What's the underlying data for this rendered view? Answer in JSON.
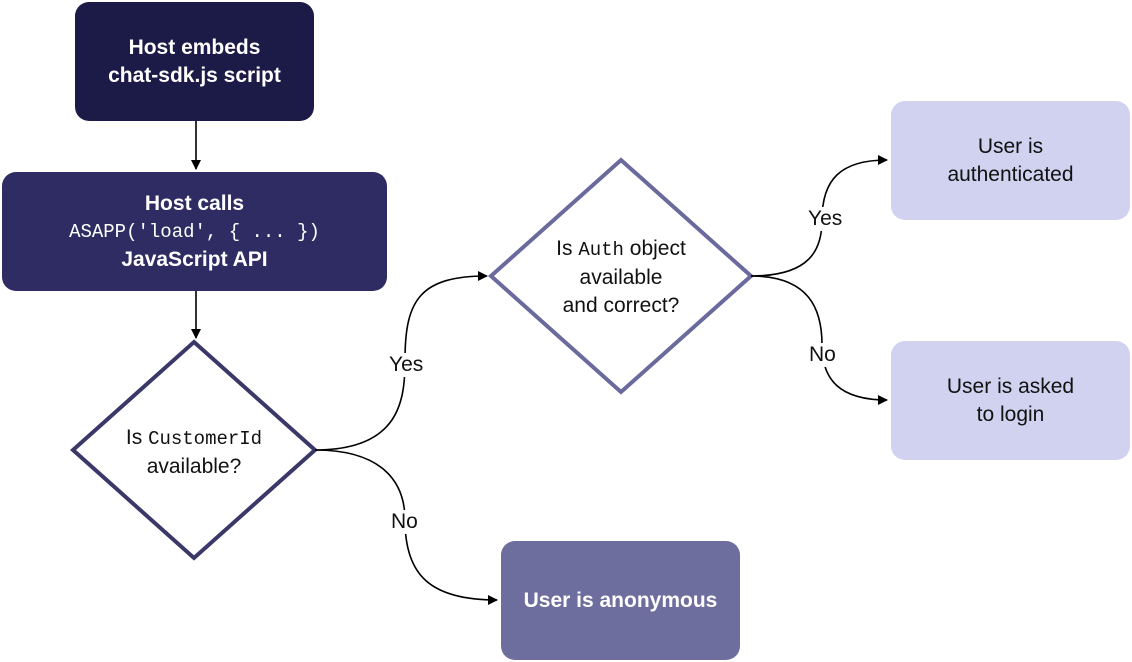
{
  "nodes": {
    "embed": {
      "line1": "Host embeds",
      "line2": "chat-sdk.js script"
    },
    "load": {
      "line1": "Host calls",
      "code": "ASAPP('load', { ... })",
      "line3": "JavaScript API"
    },
    "customer_check": {
      "prefix": "Is ",
      "code": "CustomerId",
      "line2": "available?"
    },
    "auth_check": {
      "prefix": "Is ",
      "code": "Auth",
      "suffix": " object",
      "line2": "available",
      "line3": "and correct?"
    },
    "authenticated": {
      "line1": "User is",
      "line2": "authenticated"
    },
    "login": {
      "line1": "User is asked",
      "line2": "to login"
    },
    "anonymous": {
      "line1": "User is anonymous"
    }
  },
  "edges": {
    "customer_yes": "Yes",
    "customer_no": "No",
    "auth_yes": "Yes",
    "auth_no": "No"
  },
  "colors": {
    "embed": "#1c1a46",
    "load": "#2e2c62",
    "customer_diamond": "#3a3868",
    "auth_diamond": "#6a6a9c",
    "light_box": "#d0d2f0",
    "anonymous": "#6e6e9e",
    "edge": "#000000"
  }
}
